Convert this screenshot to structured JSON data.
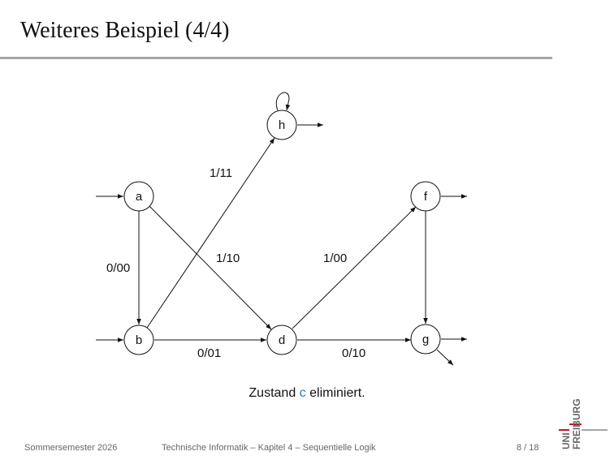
{
  "slide": {
    "title": "Weiteres Beispiel (4/4)"
  },
  "diagram": {
    "nodes": [
      {
        "id": "a",
        "label": "a"
      },
      {
        "id": "b",
        "label": "b"
      },
      {
        "id": "d",
        "label": "d"
      },
      {
        "id": "f",
        "label": "f"
      },
      {
        "id": "g",
        "label": "g"
      },
      {
        "id": "h",
        "label": "h"
      }
    ],
    "edges": [
      {
        "from": "a",
        "to": "b",
        "label": "0/00"
      },
      {
        "from": "a",
        "to": "d",
        "label": "1/10"
      },
      {
        "from": "b",
        "to": "h",
        "label": "1/11"
      },
      {
        "from": "b",
        "to": "d",
        "label": "0/01"
      },
      {
        "from": "d",
        "to": "f",
        "label": "1/00"
      },
      {
        "from": "d",
        "to": "g",
        "label": "0/10"
      },
      {
        "from": "f",
        "to": "g",
        "label": ""
      },
      {
        "from": "h",
        "to": "h",
        "label": ""
      }
    ]
  },
  "caption": {
    "before": "Zustand ",
    "highlight": "c",
    "after": " eliminiert."
  },
  "footer": {
    "semester": "Sommersemester 2026",
    "course": "Technische Informatik – Kapitel 4 – Sequentielle Logik",
    "page": "8 / 18"
  },
  "logo": {
    "line1": "UNI",
    "line2": "FREIBURG"
  },
  "colors": {
    "accent": "#2f7fb0",
    "logo_red": "#c8102e",
    "rule": "#a6a6a6"
  }
}
